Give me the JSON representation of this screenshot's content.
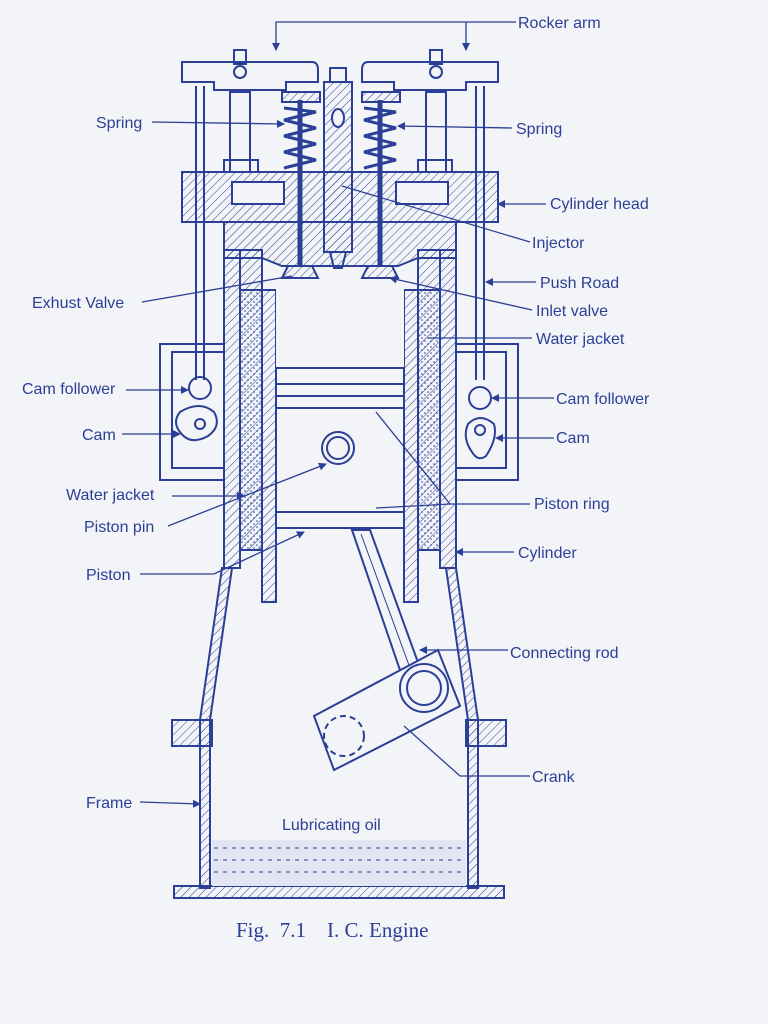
{
  "colors": {
    "ink": "#2b3f96",
    "paper": "#f3f4f7",
    "oil": "#e2e6f3"
  },
  "labels": {
    "rocker_arm": "Rocker arm",
    "spring_left": "Spring",
    "spring_right": "Spring",
    "cylinder_head": "Cylinder head",
    "injector": "Injector",
    "push_road": "Push Road",
    "exhust_valve": "Exhust Valve",
    "inlet_valve": "Inlet valve",
    "water_jacket_right": "Water jacket",
    "cam_follower_left": "Cam follower",
    "cam_follower_right": "Cam follower",
    "cam_left": "Cam",
    "cam_right": "Cam",
    "water_jacket_left": "Water jacket",
    "piston_ring": "Piston ring",
    "piston_pin": "Piston pin",
    "cylinder": "Cylinder",
    "piston": "Piston",
    "connecting_rod": "Connecting rod",
    "crank": "Crank",
    "frame": "Frame",
    "lubricating_oil": "Lubricating oil"
  },
  "caption": "Fig.  7.1    I. C. Engine"
}
